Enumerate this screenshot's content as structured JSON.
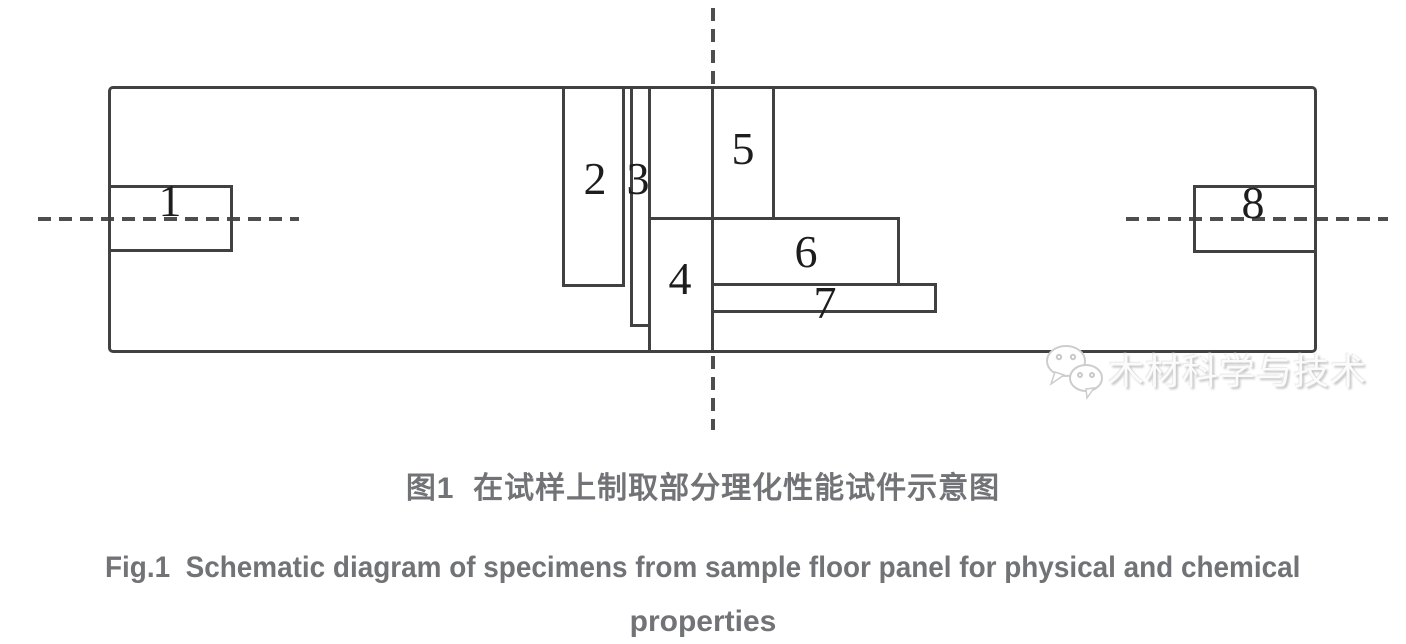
{
  "diagram": {
    "description": "sample floor panel cutting layout",
    "specimens": [
      {
        "label": "1"
      },
      {
        "label": "2"
      },
      {
        "label": "3"
      },
      {
        "label": "4"
      },
      {
        "label": "5"
      },
      {
        "label": "6"
      },
      {
        "label": "7"
      },
      {
        "label": "8"
      }
    ]
  },
  "watermark": {
    "icon": "wechat-icon",
    "text": "木材科学与技术"
  },
  "captions": {
    "cn": "图1  在试样上制取部分理化性能试件示意图",
    "en_line1": "Fig.1  Schematic diagram of specimens from sample floor panel for physical and chemical",
    "en_line2": "properties"
  },
  "colors": {
    "line": "#414141",
    "dash": "#4e4e4e",
    "label": "#1d1d1d",
    "caption": "#727376",
    "watermark": "#fbfbfb",
    "wmshadow": "#c3c3c3"
  }
}
